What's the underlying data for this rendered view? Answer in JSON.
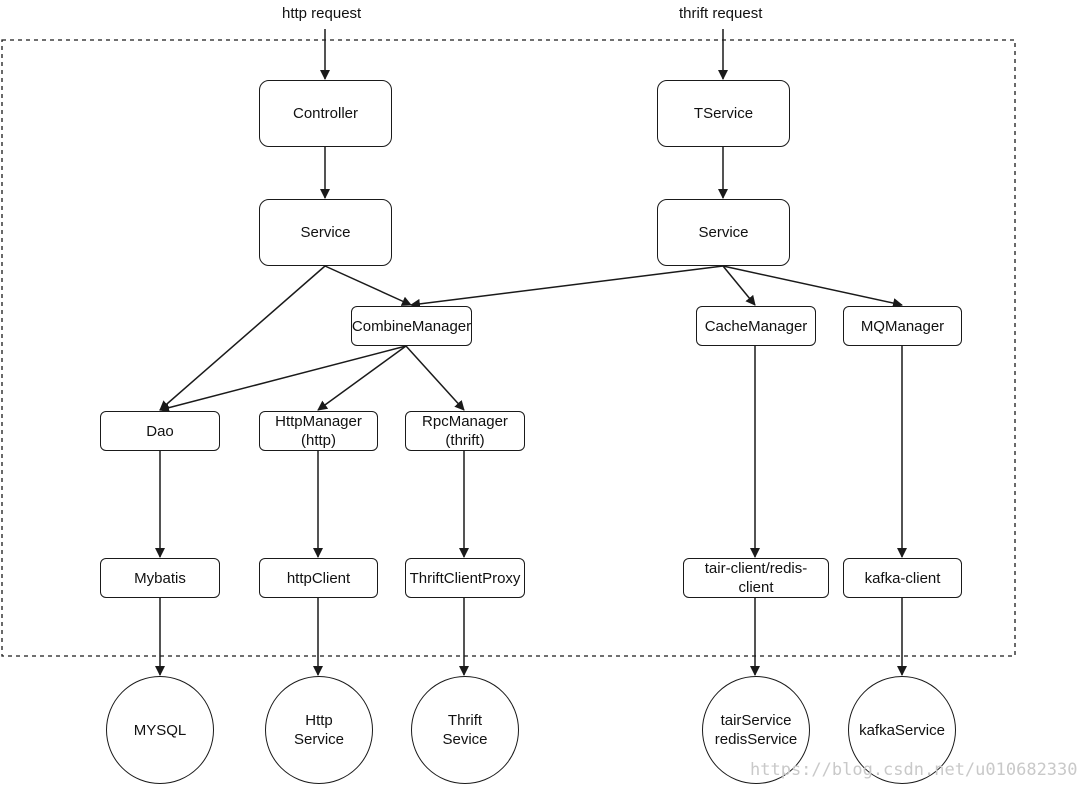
{
  "inputs": {
    "http_request": "http request",
    "thrift_request": "thrift request"
  },
  "nodes": {
    "controller": "Controller",
    "tservice": "TService",
    "service_left": "Service",
    "service_right": "Service",
    "combine_manager": "CombineManager",
    "cache_manager": "CacheManager",
    "mq_manager": "MQManager",
    "dao": "Dao",
    "http_manager": [
      "HttpManager",
      "(http)"
    ],
    "rpc_manager": [
      "RpcManager",
      "(thrift)"
    ],
    "mybatis": "Mybatis",
    "http_client": "httpClient",
    "thrift_client_proxy": "ThriftClientProxy",
    "tair_redis_client": [
      "tair-client/redis-",
      "client"
    ],
    "kafka_client": "kafka-client"
  },
  "services": {
    "mysql": [
      "MYSQL"
    ],
    "http_service": [
      "Http",
      "Service"
    ],
    "thrift_service": [
      "Thrift",
      "Sevice"
    ],
    "tair_redis_service": [
      "tairService",
      "redisService"
    ],
    "kafka_service": [
      "kafkaService"
    ]
  },
  "watermark": "https://blog.csdn.net/u010682330"
}
